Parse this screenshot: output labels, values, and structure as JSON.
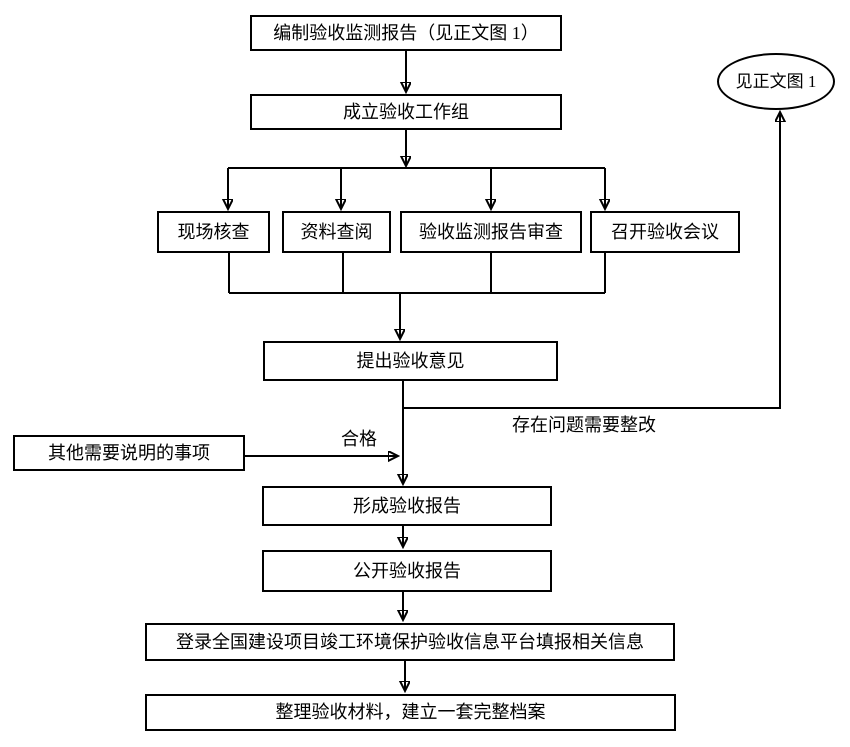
{
  "colors": {
    "line": "#000000",
    "box_border": "#000000",
    "background": "#ffffff",
    "text": "#000000"
  },
  "nodes": {
    "prepare_report": "编制验收监测报告（见正文图 1）",
    "setup_workgroup": "成立验收工作组",
    "site_verification": "现场核查",
    "document_review": "资料查阅",
    "monitor_report_review": "验收监测报告审查",
    "acceptance_meeting": "召开验收会议",
    "propose_opinions": "提出验收意见",
    "other_matters": "其他需要说明的事项",
    "form_report": "形成验收报告",
    "publish_report": "公开验收报告",
    "platform_filing": "登录全国建设项目竣工环境保护验收信息平台填报相关信息",
    "archive": "整理验收材料，建立一套完整档案",
    "see_main_figure": "见正文图 1"
  },
  "edge_labels": {
    "qualified": "合格",
    "needs_rectification": "存在问题需要整改"
  }
}
